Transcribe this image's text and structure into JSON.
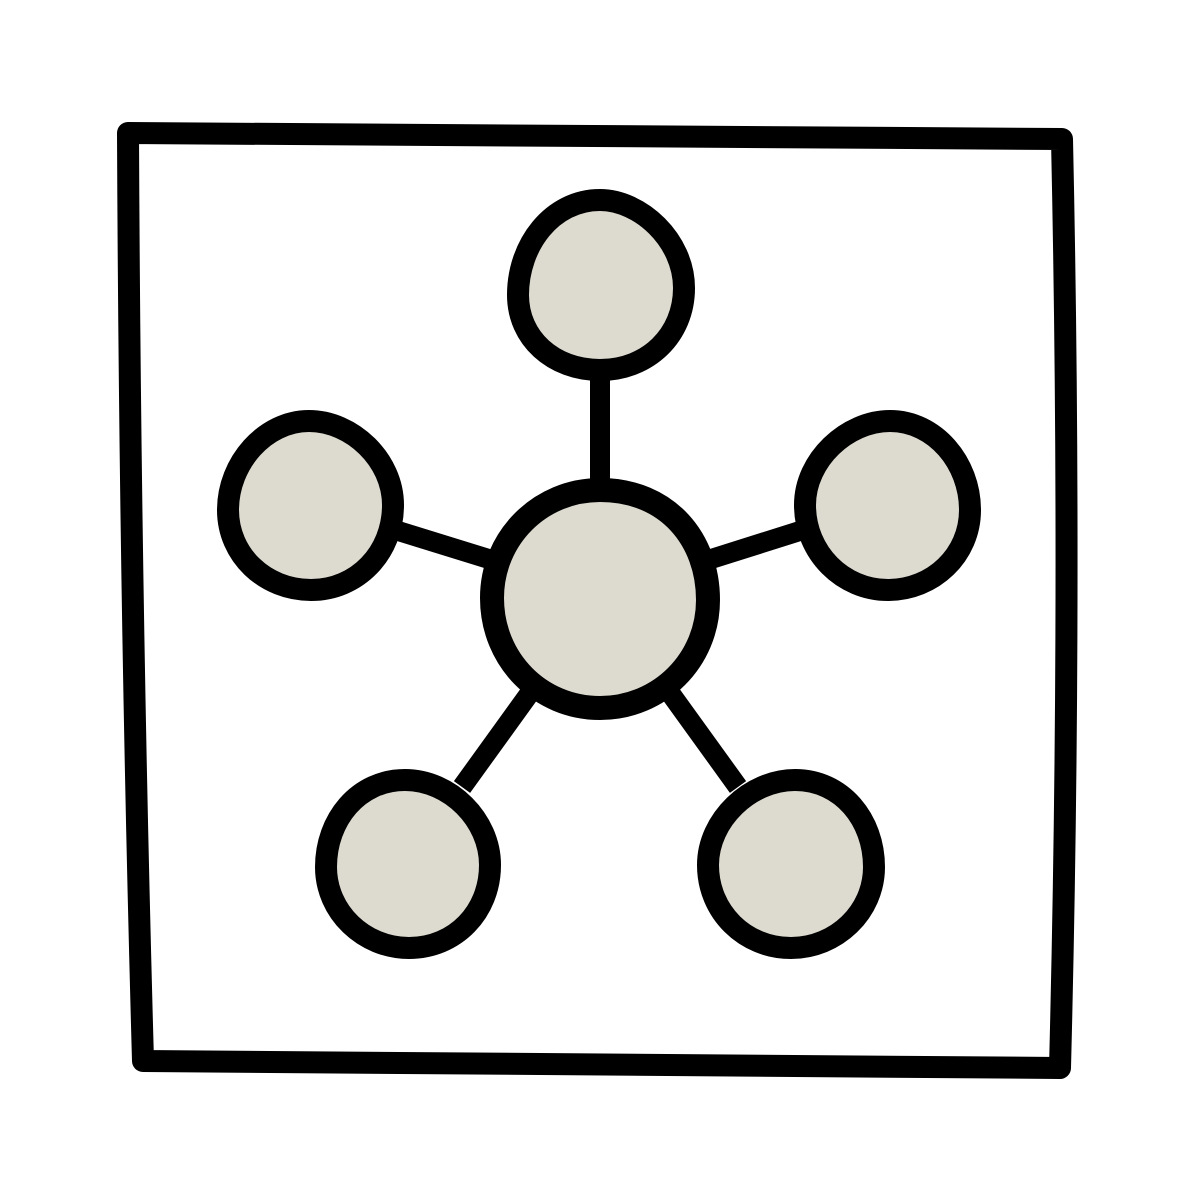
{
  "icon": {
    "name": "network-hub-icon",
    "colors": {
      "stroke": "#000000",
      "node_fill": "#dddbd0",
      "frame_fill": "#ffffff",
      "background": "#ffffff"
    },
    "nodes": [
      {
        "name": "hub-node-center",
        "role": "center"
      },
      {
        "name": "satellite-node-top",
        "role": "satellite"
      },
      {
        "name": "satellite-node-left",
        "role": "satellite"
      },
      {
        "name": "satellite-node-right",
        "role": "satellite"
      },
      {
        "name": "satellite-node-bottom-left",
        "role": "satellite"
      },
      {
        "name": "satellite-node-bottom-right",
        "role": "satellite"
      }
    ],
    "connections": [
      {
        "name": "edge-center-top",
        "from": "hub-node-center",
        "to": "satellite-node-top"
      },
      {
        "name": "edge-center-left",
        "from": "hub-node-center",
        "to": "satellite-node-left"
      },
      {
        "name": "edge-center-right",
        "from": "hub-node-center",
        "to": "satellite-node-right"
      },
      {
        "name": "edge-center-bottom-left",
        "from": "hub-node-center",
        "to": "satellite-node-bottom-left"
      },
      {
        "name": "edge-center-bottom-right",
        "from": "hub-node-center",
        "to": "satellite-node-bottom-right"
      }
    ]
  }
}
